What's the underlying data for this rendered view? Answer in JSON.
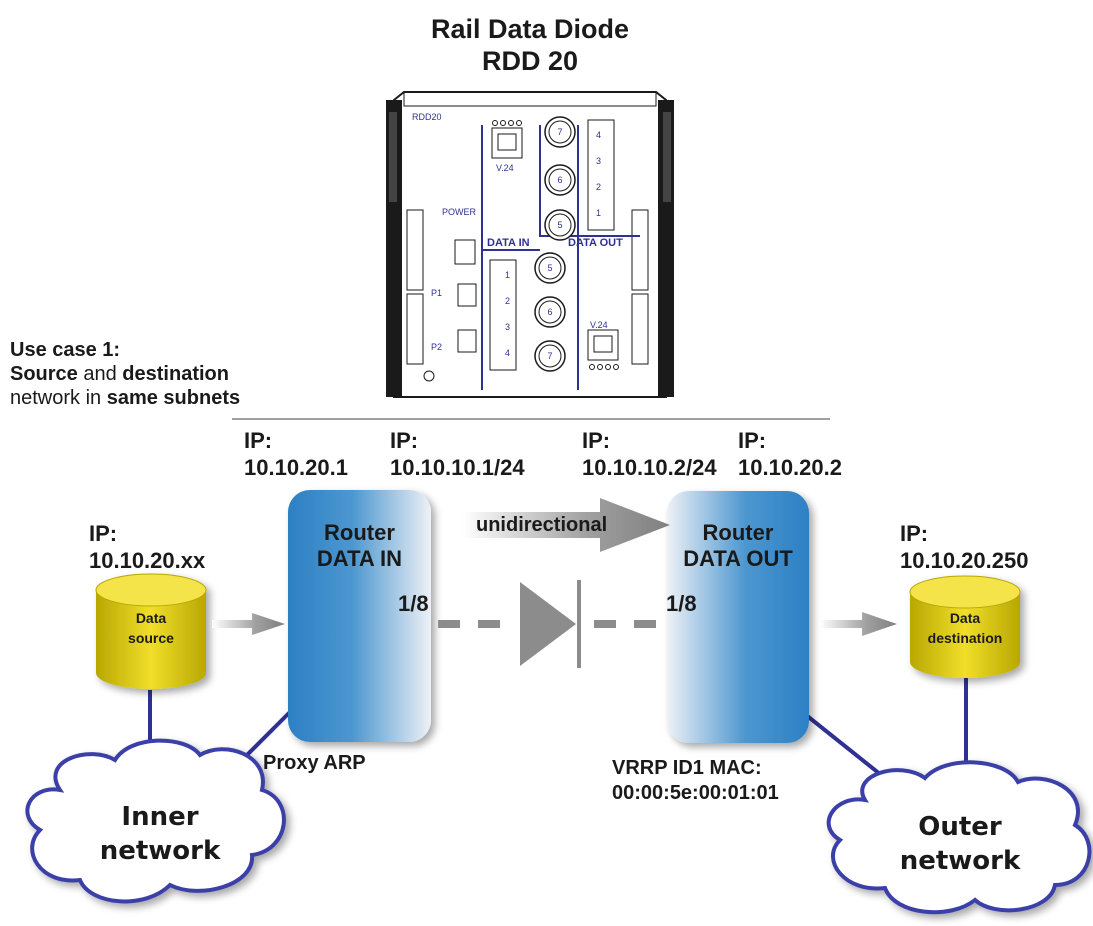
{
  "title": {
    "line1": "Rail Data Diode",
    "line2": "RDD 20"
  },
  "use_case": {
    "line1": "Use case 1:",
    "line2_bold1": "Source",
    "line2_normal": " and ",
    "line2_bold2": "destination",
    "line3_normal": "network in ",
    "line3_bold": "same subnets"
  },
  "device": {
    "model": "RDD20",
    "power": "POWER",
    "p1": "P1",
    "p2": "P2",
    "v24_top": "V.24",
    "v24_bottom": "V.24",
    "data_in": "DATA IN",
    "data_out": "DATA OUT",
    "ports_out_circles": [
      "7",
      "6",
      "5"
    ],
    "ports_in_circles": [
      "5",
      "6",
      "7"
    ],
    "ports_out_rj": [
      "4",
      "3",
      "2",
      "1"
    ],
    "ports_in_rj": [
      "1",
      "2",
      "3",
      "4"
    ]
  },
  "ip_labels": {
    "in_router_left": {
      "label": "IP:",
      "value": "10.10.20.1"
    },
    "in_router_right": {
      "label": "IP:",
      "value": "10.10.10.1/24"
    },
    "out_router_left": {
      "label": "IP:",
      "value": "10.10.10.2/24"
    },
    "out_router_right": {
      "label": "IP:",
      "value": "10.10.20.2"
    },
    "source": {
      "label": "IP:",
      "value": "10.10.20.xx"
    },
    "destination": {
      "label": "IP:",
      "value": "10.10.20.250"
    }
  },
  "router_in": {
    "line1": "Router",
    "line2": "DATA IN",
    "port": "1/8",
    "note": "Proxy ARP"
  },
  "router_out": {
    "line1": "Router",
    "line2": "DATA OUT",
    "port": "1/8",
    "note_line1": "VRRP ID1 MAC:",
    "note_line2": "00:00:5e:00:01:01"
  },
  "flow_label": "unidirectional",
  "source_db": {
    "line1": "Data",
    "line2": "source"
  },
  "destination_db": {
    "line1": "Data",
    "line2": "destination"
  },
  "inner_network": {
    "line1": "Inner",
    "line2": "network"
  },
  "outer_network": {
    "line1": "Outer",
    "line2": "network"
  },
  "colors": {
    "router_blue": "#2e86c8",
    "cylinder_yellow": "#e6cf1a",
    "link_navy": "#2e3192",
    "cloud_outline": "#3a3fa8",
    "arrow_gray": "#8c8c8c"
  }
}
